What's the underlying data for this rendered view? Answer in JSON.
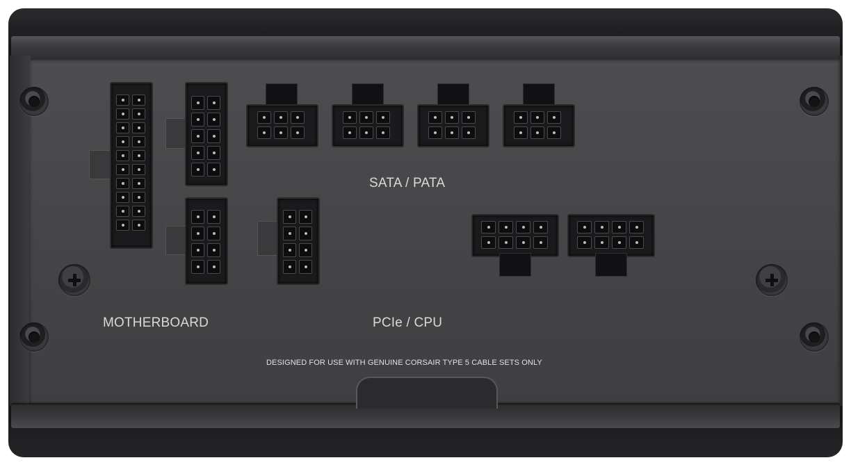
{
  "labels": {
    "sata_pata": "SATA / PATA",
    "motherboard": "MOTHERBOARD",
    "pcie_cpu": "PCIe / CPU",
    "notice": "DESIGNED FOR USE WITH GENUINE CORSAIR TYPE 5 CABLE SETS ONLY"
  },
  "colors": {
    "panel": "#48484b",
    "housing": "#1b1b1d",
    "label_text": "#d9d9d9"
  },
  "icons": [
    "phillips-screw-icon",
    "socket-screw-icon"
  ]
}
